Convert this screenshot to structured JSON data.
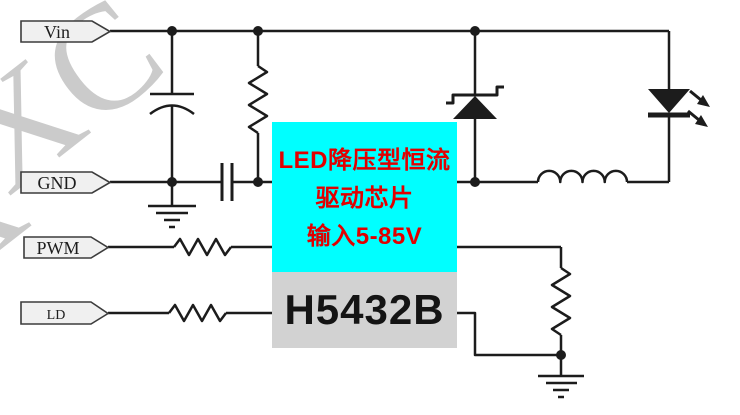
{
  "watermark": {
    "upper_letters": "XC",
    "partial_top_letter": "C",
    "partial_left_letter": "X",
    "color": "#cbcbcb"
  },
  "pins": {
    "vin": {
      "label": "Vin"
    },
    "gnd": {
      "label": "GND"
    },
    "pwm": {
      "label": "PWM"
    },
    "ld": {
      "label": "LD"
    }
  },
  "chip": {
    "banner_lines": [
      "LED降压型恒流",
      "驱动芯片",
      "输入5-85V"
    ],
    "part_number": "H5432B",
    "colors": {
      "banner_bg": "#00ffff",
      "banner_text": "#e10000",
      "part_bg": "#d2d2d2",
      "part_text": "#141414",
      "wire": "#1c1c1c",
      "tag_fill": "#f0f0f0"
    }
  },
  "circuit": {
    "components": [
      "electrolytic-capacitor",
      "input-divider-resistor",
      "series-capacitor",
      "schottky-diode",
      "led",
      "inductor",
      "pwm-series-resistor",
      "ld-series-resistor",
      "current-set-resistor",
      "ground-symbol-left",
      "ground-symbol-right"
    ]
  }
}
